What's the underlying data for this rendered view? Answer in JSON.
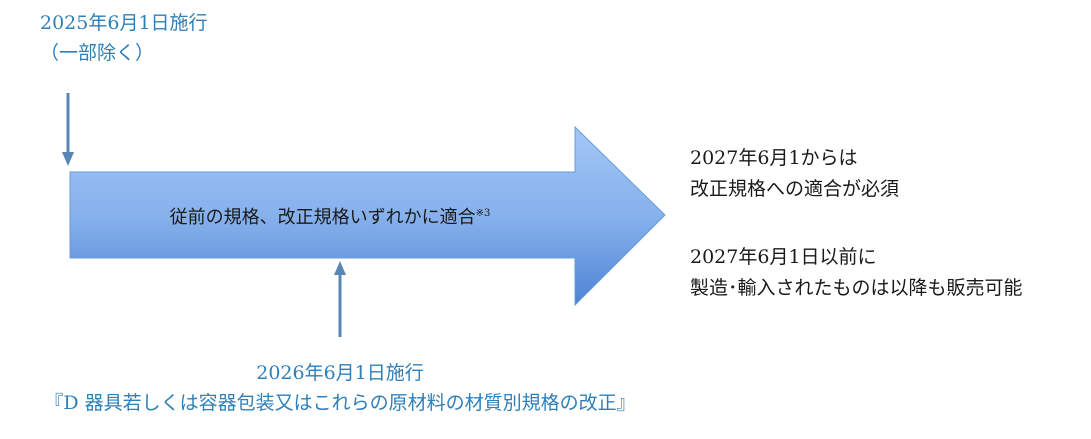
{
  "start_note": {
    "line1": "2025年6月1日施行",
    "line2": "（一部除く）"
  },
  "arrow": {
    "label": "従前の規格、改正規格いずれかに適合",
    "footnote_mark": "※3"
  },
  "end_note": {
    "line1": "2027年6月1からは",
    "line2": "改正規格への適合が必須",
    "line3": "2027年6月1日以前に",
    "line4": "製造･輸入されたものは以降も販売可能"
  },
  "mid_note": {
    "line1": "2026年6月1日施行",
    "line2": "『D 器具若しくは容器包装又はこれらの原材料の材質別規格の改正』"
  },
  "colors": {
    "arrow_fill_top": "#9cc2f4",
    "arrow_fill_bottom": "#4f86d6",
    "arrow_stroke": "#5b8fd4",
    "pointer": "#5a86b4",
    "blue_text": "#2f7fb9"
  }
}
